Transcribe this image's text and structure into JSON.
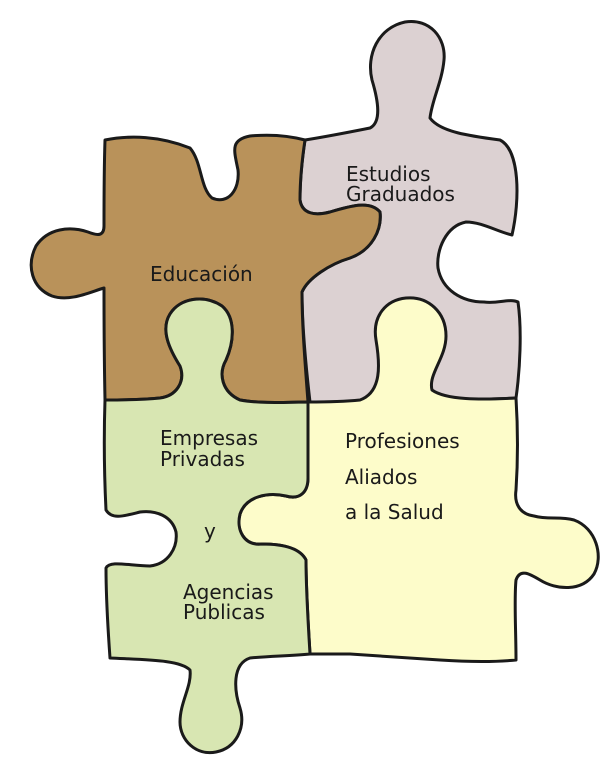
{
  "pieces": {
    "educacion": {
      "lines": [
        "Educación"
      ],
      "color": "#b9925a"
    },
    "estudios_graduados": {
      "lines": [
        "Estudios",
        "Graduados"
      ],
      "color": "#dcd1d2"
    },
    "empresas": {
      "lines": [
        "Empresas",
        "Privadas",
        "y",
        "Agencias",
        "Publicas"
      ],
      "color": "#d8e6b2"
    },
    "profesiones": {
      "lines": [
        "Profesiones",
        "Aliados",
        "a la Salud"
      ],
      "color": "#fdfcca"
    }
  }
}
